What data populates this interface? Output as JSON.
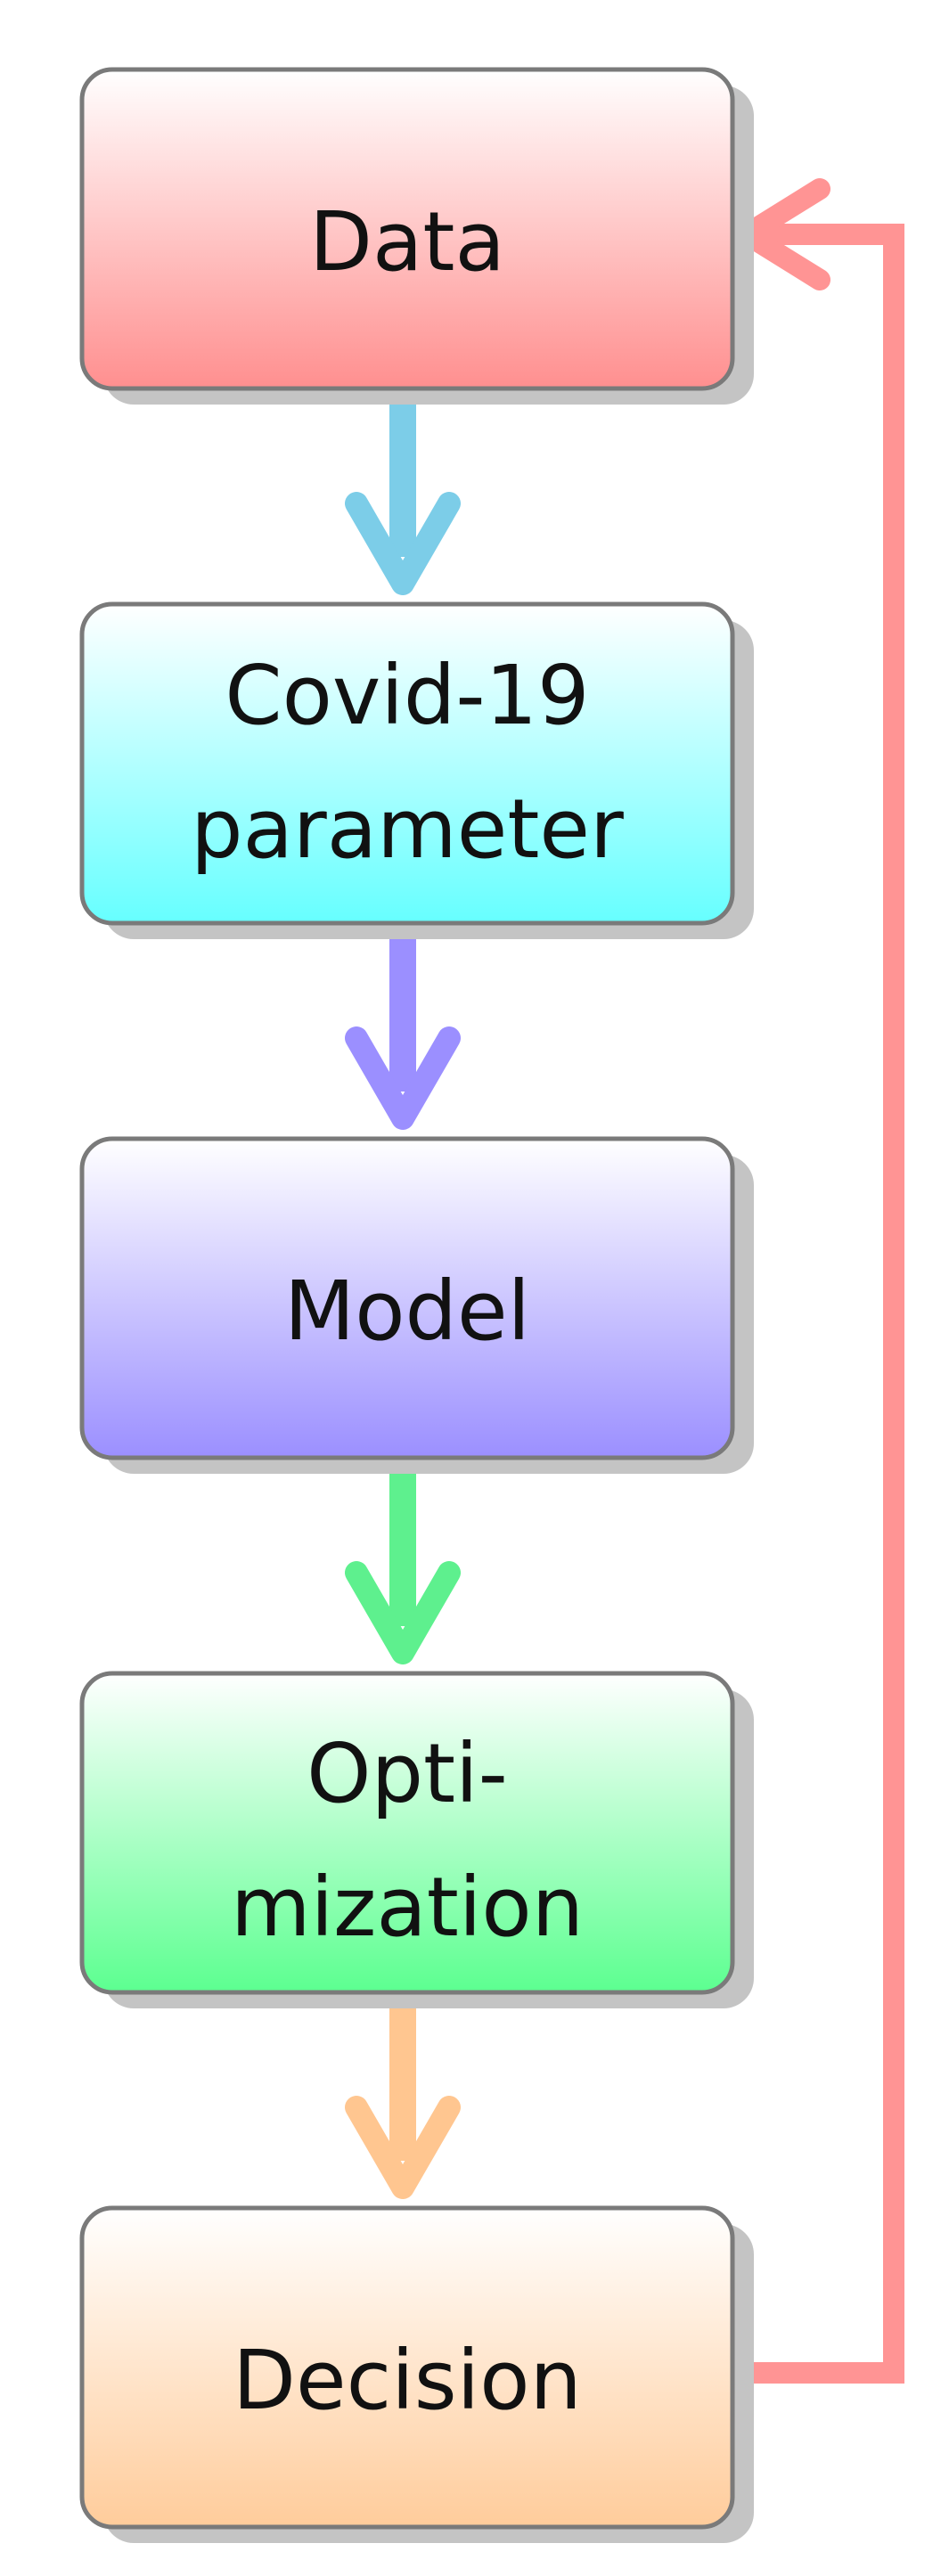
{
  "nodes": [
    {
      "id": "data",
      "lines": [
        "Data"
      ],
      "fill_top": "#ffffff",
      "fill_bottom": "#ff8f8f"
    },
    {
      "id": "covid-19-parameter",
      "lines": [
        "Covid-19",
        "parameter"
      ],
      "fill_top": "#ffffff",
      "fill_bottom": "#66ffff"
    },
    {
      "id": "model",
      "lines": [
        "Model"
      ],
      "fill_top": "#ffffff",
      "fill_bottom": "#9b8fff"
    },
    {
      "id": "optimization",
      "lines": [
        "Opti-",
        "mization"
      ],
      "fill_top": "#ffffff",
      "fill_bottom": "#5cff90"
    },
    {
      "id": "decision",
      "lines": [
        "Decision"
      ],
      "fill_top": "#ffffff",
      "fill_bottom": "#ffcc9b"
    }
  ],
  "edges": [
    {
      "from": "data",
      "to": "covid-19-parameter",
      "color": "#7ccde8"
    },
    {
      "from": "covid-19-parameter",
      "to": "model",
      "color": "#9b8fff"
    },
    {
      "from": "model",
      "to": "optimization",
      "color": "#5ef08e"
    },
    {
      "from": "optimization",
      "to": "decision",
      "color": "#ffc690"
    },
    {
      "from": "decision",
      "to": "data",
      "color": "#ff9494",
      "kind": "feedback-loop"
    }
  ],
  "colors": {
    "box_border": "#7a7a7a",
    "shadow": "#c4c4c4",
    "text": "#111111"
  }
}
